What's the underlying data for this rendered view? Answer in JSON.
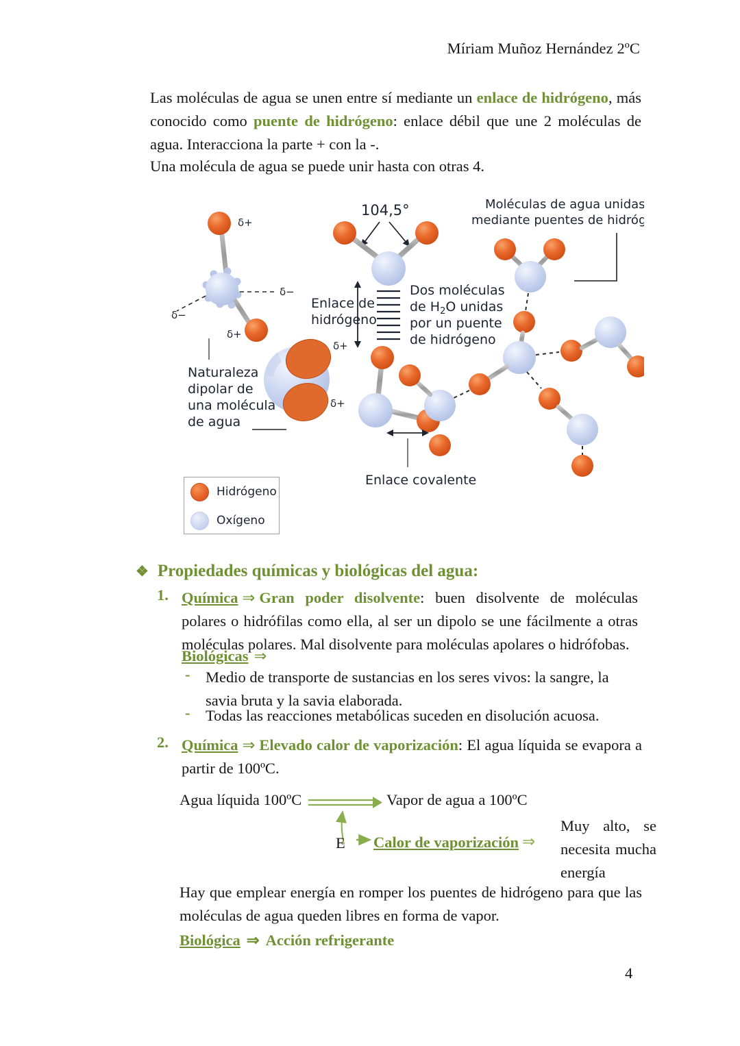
{
  "header": {
    "author": "Míriam Muñoz Hernández 2ºC"
  },
  "paragraphs": {
    "p1_a": "Las moléculas de agua se unen entre sí mediante un ",
    "p1_b": "enlace de hidrógeno",
    "p1_c": ", más conocido como ",
    "p1_d": "puente de hidrógeno",
    "p1_e": ": enlace débil que une 2 moléculas de agua. Interacciona la parte + con la -.",
    "p2": "Una molécula de agua se puede unir hasta con otras 4.",
    "p3": "Hay que emplear energía en romper los puentes de hidrógeno para que las moléculas de agua queden libres en forma de vapor."
  },
  "figure": {
    "angle_label": "104,5°",
    "hbond_label_line1": "Enlace de",
    "hbond_label_line2": "hidrógeno",
    "two_molecules": [
      "Dos moléculas",
      "de H‘2O unidas",
      "por un puente",
      "de hidrógeno"
    ],
    "two_molecules_l1": "Dos moléculas",
    "two_molecules_l2a": "de H",
    "two_molecules_l2sub": "2",
    "two_molecules_l2b": "O unidas",
    "two_molecules_l3": "por un puente",
    "two_molecules_l4": "de hidrógeno",
    "network_title_l1": "Moléculas de agua unidas",
    "network_title_l2": "mediante puentes de hidrógeno",
    "dipolar": [
      "Naturaleza",
      "dipolar de",
      "una molécula",
      "de agua"
    ],
    "dipolar_l1": "Naturaleza",
    "dipolar_l2": "dipolar de",
    "dipolar_l3": "una molécula",
    "dipolar_l4": "de agua",
    "covalent_label": "Enlace covalente",
    "delta_plus": "δ+",
    "delta_minus": "δ−",
    "colors": {
      "hydrogen": "#e8632a",
      "oxygen": "#c3cde8",
      "bond": "#9b9b9b",
      "text": "#1b2430"
    }
  },
  "legend": {
    "items": [
      {
        "label": "Hidrógeno",
        "color": "#e8632a",
        "icon": "hydrogen-circle-icon"
      },
      {
        "label": "Oxígeno",
        "color": "#c3cde8",
        "icon": "oxygen-circle-icon"
      }
    ]
  },
  "section": {
    "diamond": "❖",
    "heading": "Propiedades químicas y biológicas del agua:"
  },
  "items": [
    {
      "marker": "1.",
      "key": "Química",
      "arrow": "⇒",
      "title": "Gran poder disolvente",
      "body": ": buen disolvente de moléculas polares o hidrófilas como ella, al ser un dipolo se une fácilmente a otras moléculas polares. Mal disolvente para moléculas apolares o hidrófobas.",
      "sub_key": "Biológicas",
      "sub_arrow": "⇒",
      "dashes": [
        {
          "marker": "-",
          "text": "Medio de transporte de sustancias en los seres vivos: la sangre, la savia bruta y la savia elaborada."
        },
        {
          "marker": "-",
          "text": "Todas las reacciones metabólicas suceden en disolución acuosa."
        }
      ]
    },
    {
      "marker": "2.",
      "key": "Química",
      "arrow": "⇒",
      "title": "Elevado calor de vaporización",
      "body": ": El agua líquida se evapora a partir de 100ºC."
    }
  ],
  "reaction": {
    "left": "Agua líquida 100ºC",
    "right": "Vapor de agua a 100ºC",
    "energy": "E",
    "center_label": "Calor de vaporización",
    "out_arrow": "⇒",
    "result": "Muy alto, se necesita mucha energía"
  },
  "final": {
    "key": "Biológica",
    "arrow": "⇒",
    "value": "Acción refrigerante"
  },
  "page_number": "4",
  "accent_color": "#6f9133"
}
